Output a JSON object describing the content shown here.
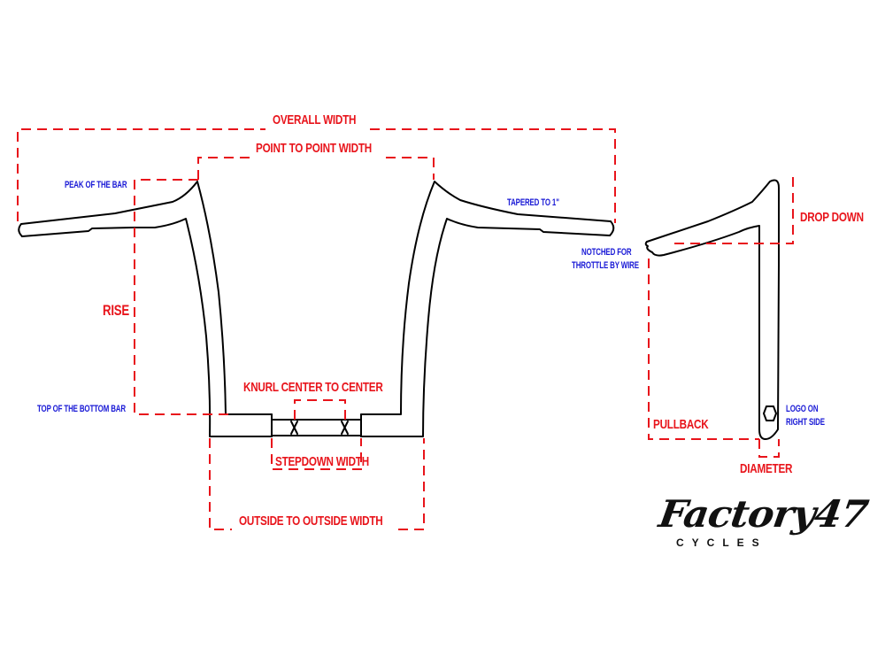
{
  "diagram": {
    "type": "motorcycle handlebar dimension diagram",
    "colors": {
      "dimension_line": "#e8141b",
      "annotation_text": "#1a1ad6",
      "outline": "#000000",
      "background": "#ffffff"
    },
    "front_view": {
      "dimensions": {
        "overall_width": "OVERALL WIDTH",
        "point_to_point_width": "POINT TO POINT WIDTH",
        "rise": "RISE",
        "knurl_center_to_center": "KNURL CENTER TO CENTER",
        "stepdown_width": "STEPDOWN WIDTH",
        "outside_to_outside_width": "OUTSIDE TO OUTSIDE WIDTH"
      },
      "annotations": {
        "peak_of_the_bar": "PEAK OF THE BAR",
        "top_of_the_bottom_bar": "TOP OF THE BOTTOM BAR",
        "tapered": "TAPERED TO 1\"",
        "knurl_marks": [
          "X",
          "X"
        ]
      }
    },
    "side_view": {
      "dimensions": {
        "drop_down": "DROP DOWN",
        "pullback": "PULLBACK",
        "diameter": "DIAMETER"
      },
      "annotations": {
        "notched_line1": "NOTCHED FOR",
        "notched_line2": "THROTTLE BY WIRE",
        "logo_line1": "LOGO ON",
        "logo_line2": "RIGHT SIDE"
      }
    }
  },
  "brand": {
    "name": "Factory47",
    "subtitle": "CYCLES"
  }
}
